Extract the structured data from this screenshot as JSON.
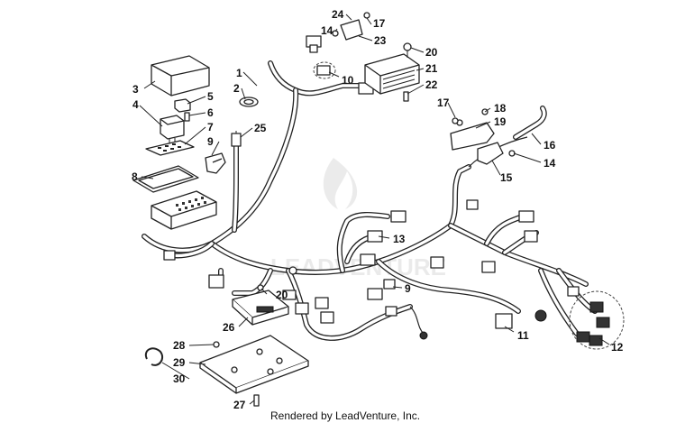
{
  "callouts": [
    "1",
    "2",
    "3",
    "4",
    "5",
    "6",
    "7",
    "8",
    "9",
    "9",
    "10",
    "11",
    "12",
    "13",
    "14",
    "14",
    "15",
    "16",
    "17",
    "17",
    "18",
    "19",
    "20",
    "20",
    "21",
    "22",
    "23",
    "24",
    "25",
    "26",
    "27",
    "28",
    "29",
    "30"
  ],
  "footer": "Rendered by LeadVenture, Inc."
}
